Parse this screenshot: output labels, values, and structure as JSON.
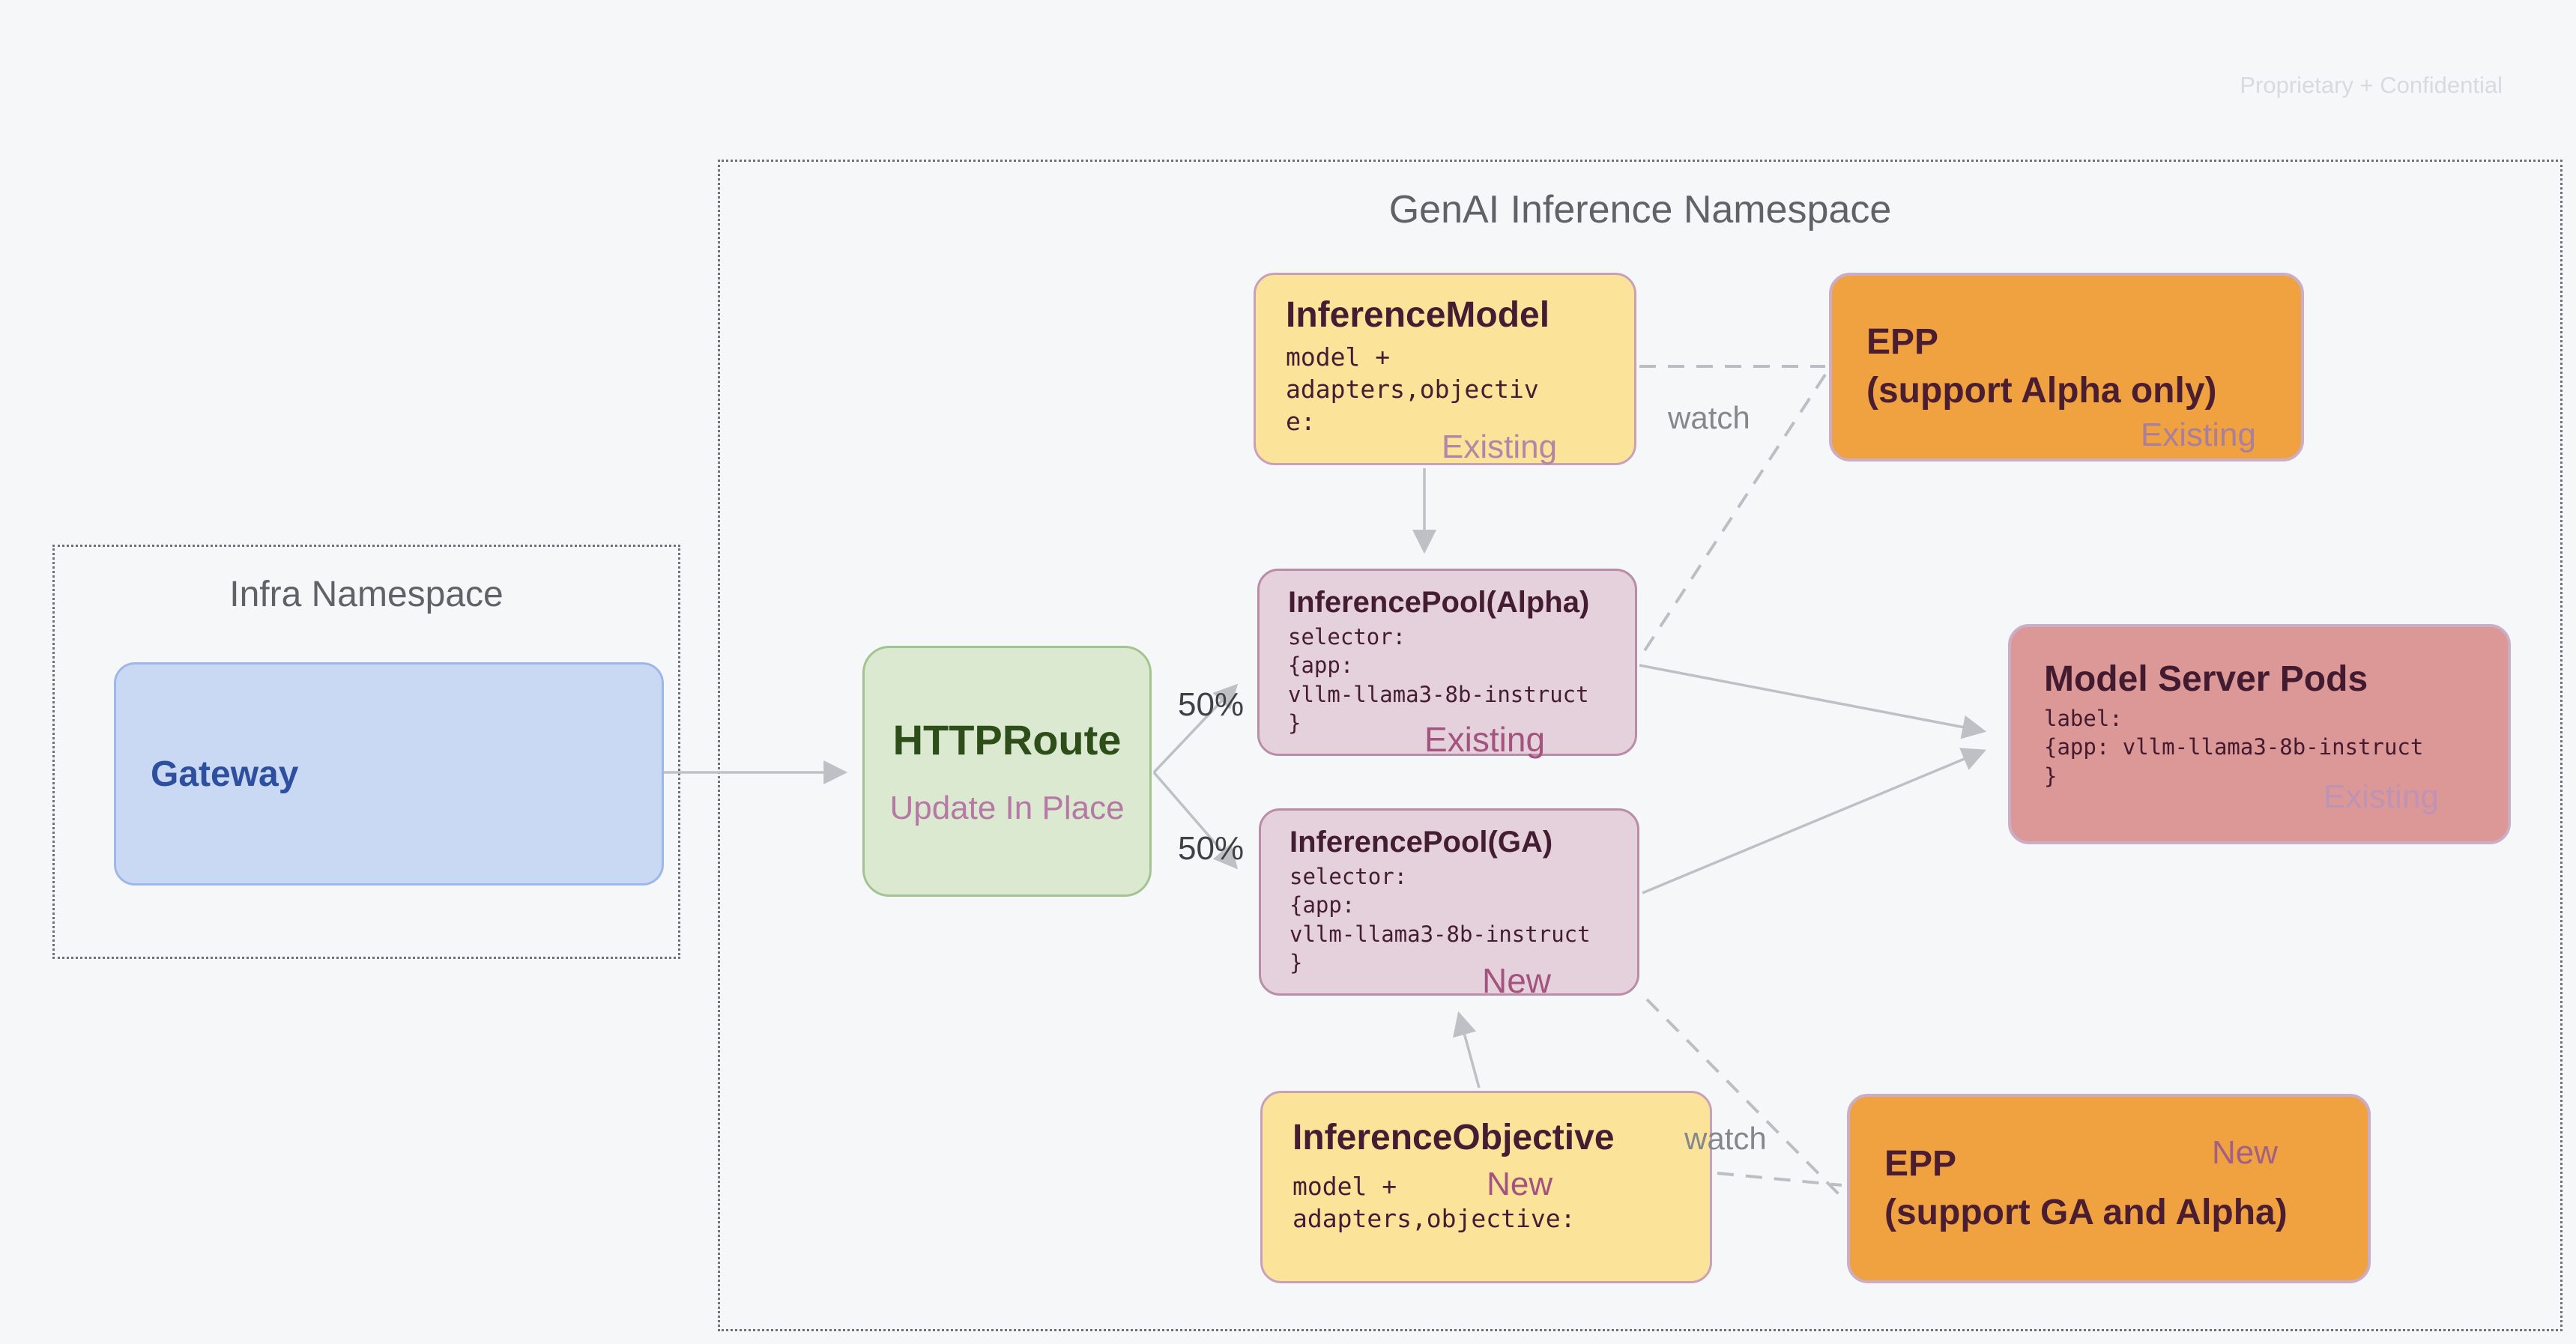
{
  "page": {
    "confidential_note": "Proprietary + Confidential"
  },
  "namespaces": {
    "genai": {
      "title": "GenAI Inference Namespace"
    },
    "infra": {
      "title": "Infra Namespace"
    }
  },
  "nodes": {
    "gateway": {
      "title": "Gateway"
    },
    "httproute": {
      "title": "HTTPRoute",
      "subtitle": "Update In Place"
    },
    "inference_model": {
      "title": "InferenceModel",
      "code_lines": [
        "model +",
        "adapters,objectiv",
        "e:"
      ],
      "status": "Existing"
    },
    "epp_alpha": {
      "title_line1": "EPP",
      "title_line2": "(support Alpha only)",
      "status": "Existing"
    },
    "pool_alpha": {
      "title": "InferencePool(Alpha)",
      "code_lines": [
        "selector:",
        "{app:",
        "vllm-llama3-8b-instruct",
        "}"
      ],
      "status": "Existing"
    },
    "pool_ga": {
      "title": "InferencePool(GA)",
      "code_lines": [
        "selector:",
        "{app:",
        "vllm-llama3-8b-instruct",
        "}"
      ],
      "status": "New"
    },
    "model_server_pods": {
      "title": "Model Server Pods",
      "code_lines": [
        "label:",
        "{app: vllm-llama3-8b-instruct",
        "}"
      ],
      "status": "Existing"
    },
    "inference_objective": {
      "title": "InferenceObjective",
      "code_line1": "model +",
      "code_line2": "adapters,objective:",
      "status": "New"
    },
    "epp_ga": {
      "title_line1": "EPP",
      "title_line2": "(support GA and Alpha)",
      "status": "New"
    }
  },
  "edges": {
    "watch_top": "watch",
    "watch_bottom": "watch",
    "split_top": "50%",
    "split_bottom": "50%"
  },
  "colors": {
    "background": "#f6f7f9",
    "gateway_fill": "#c9d9f4",
    "httproute_fill": "#dbe9d1",
    "yellow_fill": "#fbe39a",
    "mauve_fill": "#e5d1dc",
    "rose_fill": "#dc9896",
    "orange_fill": "#f0a140",
    "status_pink": "#a4527e",
    "arrow_gray": "#bdc1c5"
  }
}
